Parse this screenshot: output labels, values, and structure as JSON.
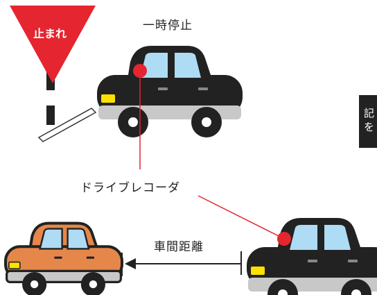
{
  "sign": {
    "text": "止まれ"
  },
  "labels": {
    "stop": "一時停止",
    "recorder": "ドライブレコーダ",
    "distance": "車間距離"
  },
  "side_tag": {
    "line1": "記",
    "line2": "を"
  },
  "colors": {
    "sign_red": "#e5252f",
    "car_black": "#222222",
    "car_orange": "#e5874a",
    "window_blue": "#aedcf4",
    "bumper_gray": "#c8c8c8",
    "headlight_yellow": "#ffe100",
    "leader_red": "#e5252f"
  },
  "icons": [
    "stop-sign-icon",
    "black-car-icon",
    "orange-car-icon",
    "recorder-dot-icon",
    "arrow-left-icon"
  ]
}
